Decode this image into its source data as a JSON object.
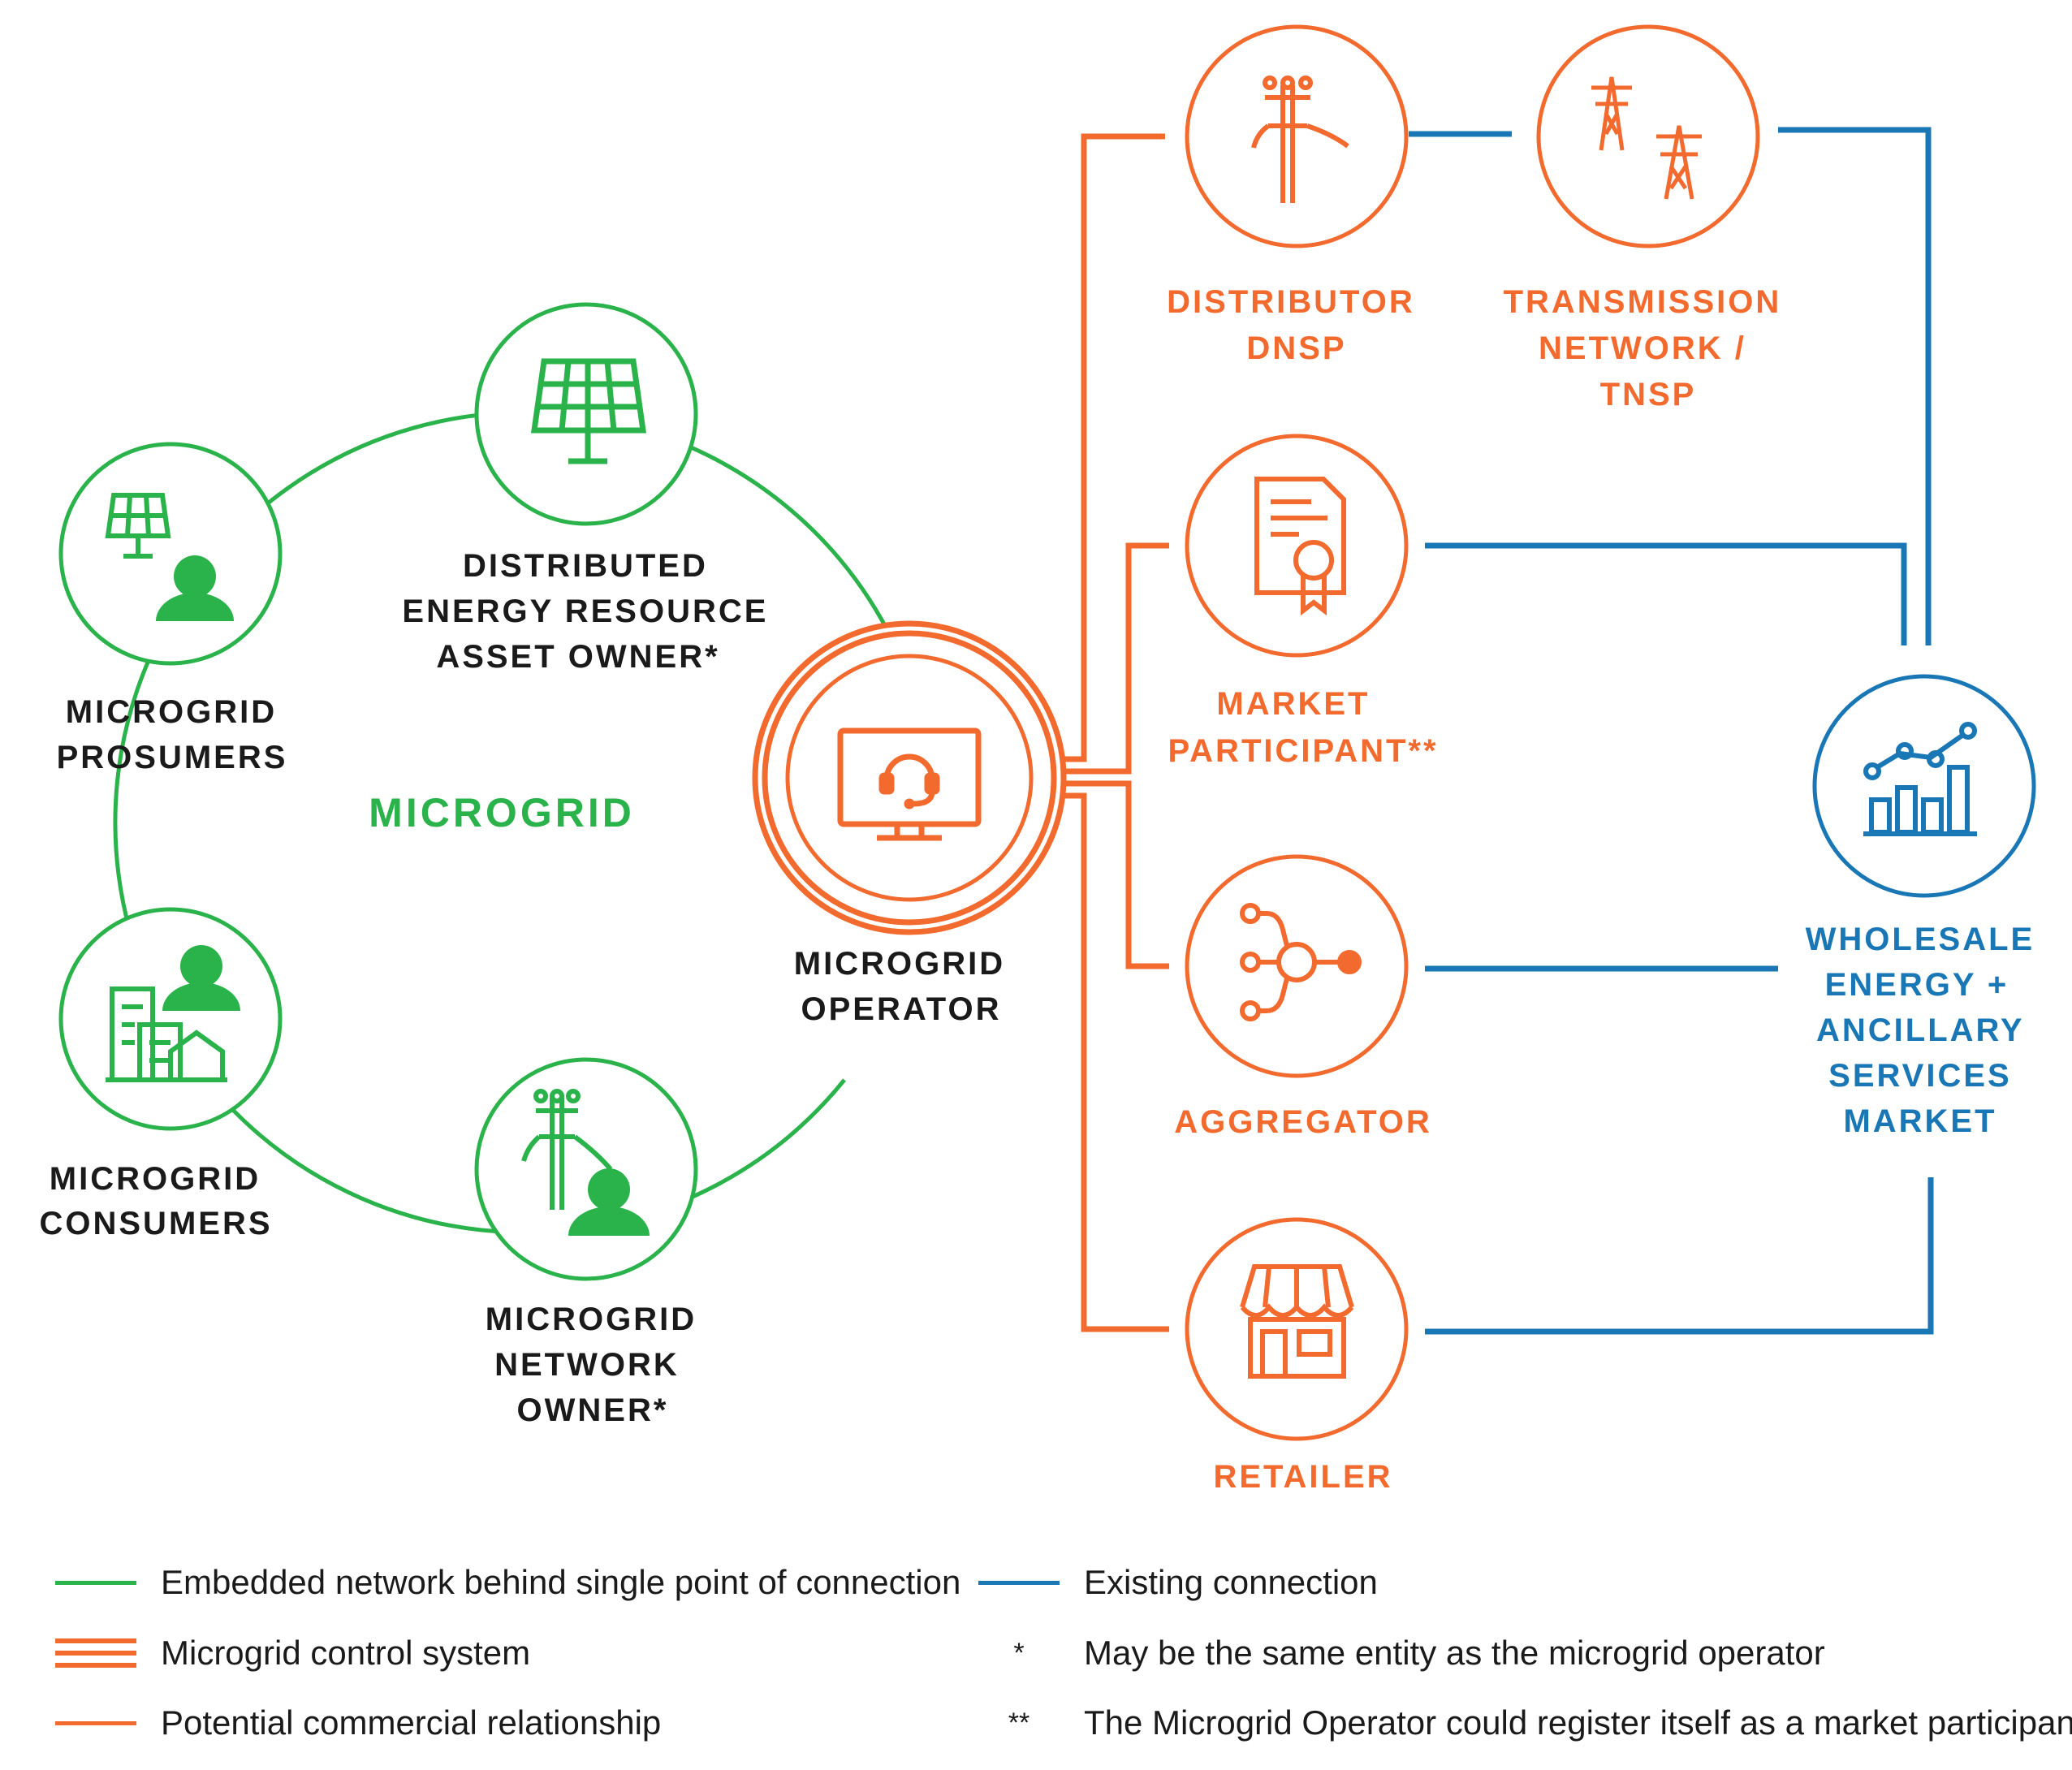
{
  "diagram": {
    "microgrid_label": "MICROGRID",
    "nodes": {
      "der_owner": [
        "DISTRIBUTED",
        "ENERGY RESOURCE",
        "ASSET OWNER*"
      ],
      "prosumers": [
        "MICROGRID",
        "PROSUMERS"
      ],
      "consumers": [
        "MICROGRID",
        "CONSUMERS"
      ],
      "network_owner": [
        "MICROGRID",
        "NETWORK",
        "OWNER*"
      ],
      "operator": [
        "MICROGRID",
        "OPERATOR"
      ],
      "distributor": [
        "DISTRIBUTOR",
        "DNSP"
      ],
      "transmission": [
        "TRANSMISSION",
        "NETWORK /",
        "TNSP"
      ],
      "market_participant": [
        "MARKET",
        "PARTICIPANT**"
      ],
      "aggregator": [
        "AGGREGATOR"
      ],
      "retailer": [
        "RETAILER"
      ],
      "wholesale": [
        "WHOLESALE",
        "ENERGY +",
        "ANCILLARY",
        "SERVICES",
        "MARKET"
      ]
    },
    "icons": {
      "der_owner": "solar-panel-icon",
      "prosumers": "solar-panel-person-icon",
      "consumers": "buildings-person-icon",
      "network_owner": "power-pole-person-icon",
      "operator": "monitor-headset-icon",
      "distributor": "power-pole-icon",
      "transmission": "transmission-towers-icon",
      "market_participant": "certificate-icon",
      "aggregator": "aggregation-icon",
      "retailer": "storefront-icon",
      "wholesale": "market-chart-icon"
    }
  },
  "colors": {
    "green": "#2bb34b",
    "orange": "#f26a2e",
    "blue": "#1a77b5",
    "text_dark": "#1a1a1a"
  },
  "legend": {
    "embedded_network": "Embedded network behind single point of connection",
    "control_system": "Microgrid control system",
    "commercial_relationship": "Potential commercial relationship",
    "existing_connection": "Existing connection",
    "single_star_symbol": "*",
    "single_star_text": "May be the same entity as the microgrid operator",
    "double_star_symbol": "**",
    "double_star_text": "The Microgrid Operator could register itself as a market participant"
  }
}
